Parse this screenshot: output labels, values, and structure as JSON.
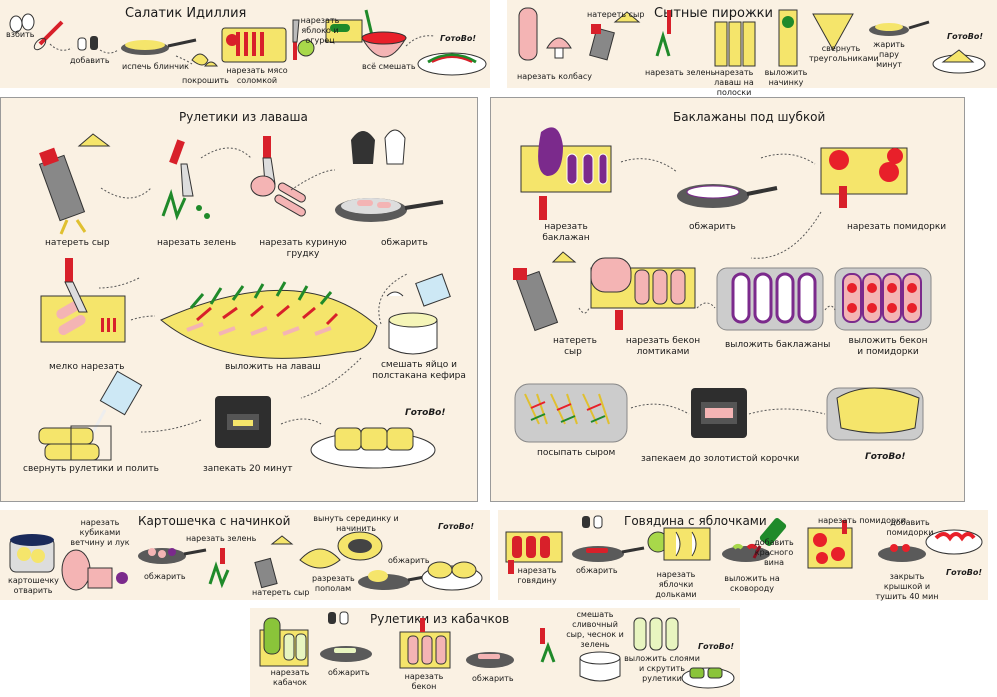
{
  "panels": {
    "salad": {
      "title": "Салатик Идиллия",
      "steps": [
        "взбить",
        "добавить",
        "испечь блинчик",
        "покрошить",
        "нарезать мясо соломкой",
        "нарезать яблоко и огурец",
        "всё смешать",
        "ГотоВо!"
      ]
    },
    "pies": {
      "title": "Сытные пирожки",
      "steps": [
        "нарезать колбасу",
        "натереть сыр",
        "нарезать зелень",
        "нарезать лаваш на полоски",
        "выложить начинку",
        "свернуть треугольниками",
        "жарить пару минут",
        "ГотоВо!"
      ]
    },
    "rolls": {
      "title": "Рулетики из лаваша",
      "steps": [
        "натереть сыр",
        "нарезать зелень",
        "нарезать куриную грудку",
        "обжарить",
        "мелко нарезать",
        "выложить на лаваш",
        "смешать яйцо и полстакана кефира",
        "свернуть рулетики и полить",
        "запекать 20 минут",
        "ГотоВо!"
      ]
    },
    "eggplant": {
      "title": "Баклажаны под шубкой",
      "steps": [
        "нарезать баклажан",
        "обжарить",
        "нарезать помидорки",
        "натереть сыр",
        "нарезать бекон ломтиками",
        "выложить баклажаны",
        "выложить бекон и помидорки",
        "посыпать сыром",
        "запекаем до золотистой корочки",
        "ГотоВо!"
      ]
    },
    "potato": {
      "title": "Картошечка с начинкой",
      "steps": [
        "картошечку отварить",
        "нарезать кубиками ветчину и лук",
        "обжарить",
        "нарезать зелень",
        "натереть сыр",
        "разрезать пополам",
        "вынуть серединку и начинить",
        "обжарить",
        "ГотоВо!"
      ]
    },
    "beef": {
      "title": "Говядина с яблочками",
      "steps": [
        "нарезать говядину",
        "обжарить",
        "нарезать яблочки дольками",
        "выложить на сковороду",
        "добавить красного вина",
        "нарезать помидорки",
        "добавить помидорки",
        "закрыть крышкой и тушить 40 мин",
        "ГотоВо!"
      ]
    },
    "zucchini": {
      "title": "Рулетики из кабачков",
      "steps": [
        "нарезать кабачок",
        "обжарить",
        "нарезать бекон",
        "обжарить",
        "смешать сливочный сыр, чеснок и зелень",
        "выложить слоями и скрутить рулетики",
        "ГотоВо!"
      ]
    }
  },
  "colors": {
    "panel_bg": "#faf1e3",
    "cheese": "#f5e56b",
    "tomato": "#e8202a",
    "herb": "#1f8a2a",
    "eggplant": "#7b2a8c",
    "ham": "#f4b4b4",
    "pan": "#5a5a5a",
    "knife_handle": "#d8202a"
  }
}
